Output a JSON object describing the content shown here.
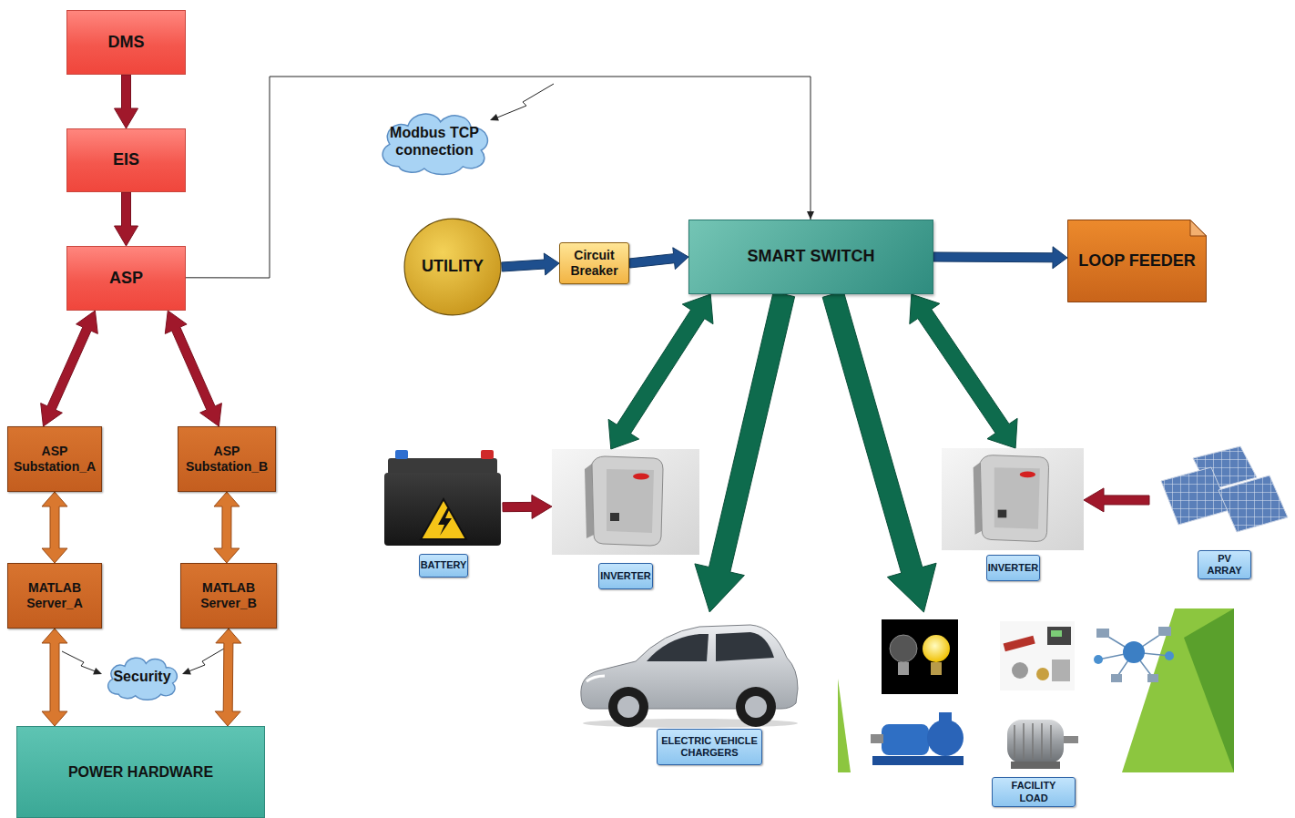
{
  "diagram": {
    "nodes": [
      {
        "text": [
          "DMS"
        ]
      },
      {
        "text": [
          "EIS"
        ]
      },
      {
        "text": [
          "ASP"
        ]
      },
      {
        "text": [
          "ASP Substation_A"
        ]
      },
      {
        "text": [
          "ASP Substation_B"
        ]
      },
      {
        "text": [
          "MATLAB Server_A"
        ]
      },
      {
        "text": [
          "MATLAB Server_B"
        ]
      },
      {
        "text": [
          "Security"
        ]
      },
      {
        "text": [
          "POWER HARDWARE"
        ]
      },
      {
        "text": [
          "Modbus TCP connection"
        ]
      },
      {
        "text": [
          "UTILITY"
        ]
      },
      {
        "text": [
          "Circuit Breaker"
        ]
      },
      {
        "text": [
          "SMART SWITCH"
        ]
      },
      {
        "text": [
          "LOOP FEEDER"
        ]
      },
      {
        "text": [
          "BATTERY"
        ]
      },
      {
        "text": [
          "INVERTER"
        ]
      },
      {
        "text": [
          "INVERTER"
        ]
      },
      {
        "text": [
          "PV ARRAY"
        ]
      },
      {
        "text": [
          "ELECTRIC VEHICLE CHARGERS"
        ]
      },
      {
        "text": [
          "FACILITY LOAD"
        ]
      }
    ],
    "edges": [
      {
        "from": 0,
        "to": 1,
        "arrow": "to"
      },
      {
        "from": 1,
        "to": 2,
        "arrow": "to"
      },
      {
        "from": 2,
        "to": 3,
        "arrow": "both"
      },
      {
        "from": 2,
        "to": 4,
        "arrow": "both"
      },
      {
        "from": 3,
        "to": 5,
        "arrow": "both"
      },
      {
        "from": 4,
        "to": 6,
        "arrow": "both"
      },
      {
        "from": 5,
        "to": 8,
        "arrow": "both"
      },
      {
        "from": 6,
        "to": 8,
        "arrow": "both"
      },
      {
        "from": 2,
        "to": 12,
        "arrow": "to"
      },
      {
        "from": 10,
        "to": 11,
        "arrow": "to"
      },
      {
        "from": 11,
        "to": 12,
        "arrow": "to"
      },
      {
        "from": 12,
        "to": 13,
        "arrow": "to"
      },
      {
        "from": 12,
        "to": 15,
        "arrow": "both"
      },
      {
        "from": 12,
        "to": 18,
        "arrow": "to"
      },
      {
        "from": 12,
        "to": 19,
        "arrow": "to"
      },
      {
        "from": 12,
        "to": 16,
        "arrow": "both"
      },
      {
        "from": 14,
        "to": 15,
        "arrow": "to"
      },
      {
        "from": 17,
        "to": 16,
        "arrow": "to"
      }
    ]
  }
}
